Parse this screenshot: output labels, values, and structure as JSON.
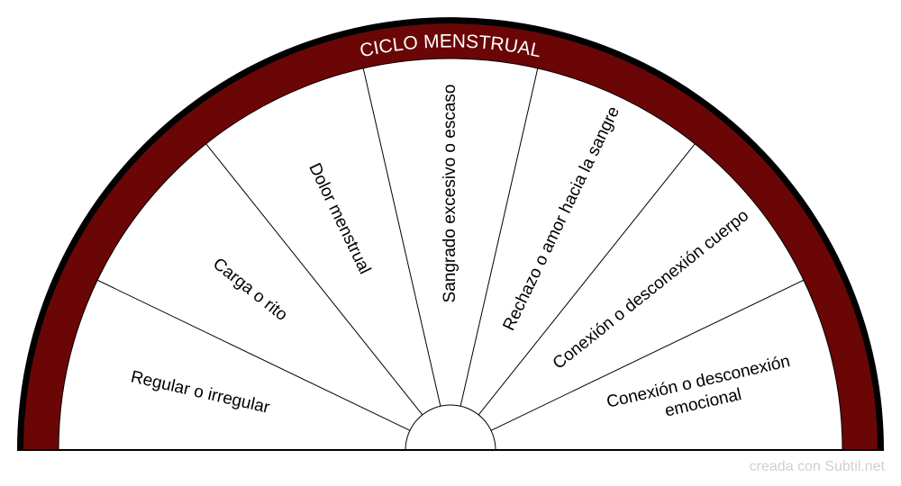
{
  "title": "CICLO MENSTRUAL",
  "segments": [
    {
      "lines": [
        "Regular o irregular"
      ]
    },
    {
      "lines": [
        "Carga o rito"
      ]
    },
    {
      "lines": [
        "Dolor menstrual"
      ]
    },
    {
      "lines": [
        "Sangrado excesivo o escaso"
      ]
    },
    {
      "lines": [
        "Rechazo o amor hacia la sangre"
      ]
    },
    {
      "lines": [
        "Conexión o desconexión cuerpo"
      ]
    },
    {
      "lines": [
        "Conexión o desconexión",
        "emocional"
      ]
    }
  ],
  "credit": "creada con Subtil.net",
  "colors": {
    "ring": "#6b0606",
    "outline": "#000000",
    "fill": "#ffffff",
    "credit": "#cfcfcf"
  }
}
